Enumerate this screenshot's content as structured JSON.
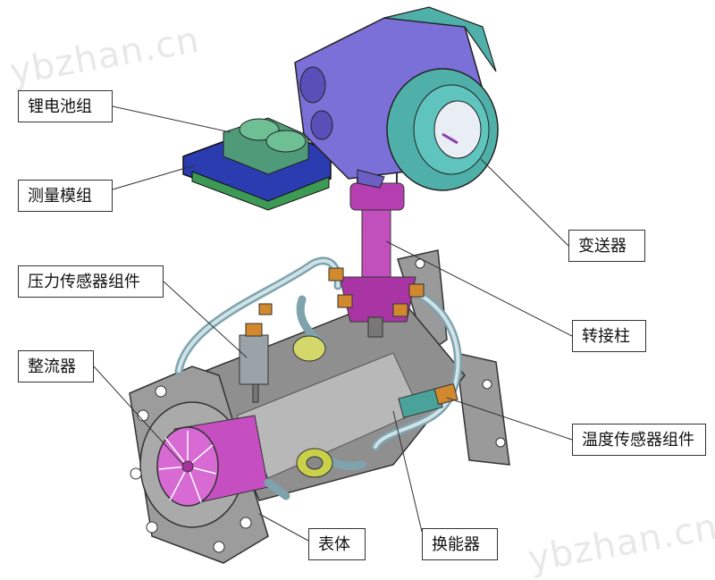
{
  "labels": {
    "battery": "锂电池组",
    "measure_module": "测量模组",
    "pressure_sensor": "压力传感器组件",
    "flow_straightener": "整流器",
    "transmitter": "变送器",
    "adapter_column": "转接柱",
    "temperature_sensor": "温度传感器组件",
    "meter_body": "表体",
    "transducer": "换能器"
  },
  "watermark": "ybzhan.cn",
  "colors": {
    "transmitter_body": "#7b6fd8",
    "transmitter_cover": "#4fb0aa",
    "adapter": "#b53fb0",
    "body_gray": "#8f8f8f",
    "pipe": "#b9cfd6",
    "fitting": "#d2892e",
    "battery": "#4f9a78",
    "module_board": "#2b3bb0",
    "transducer": "#c9d14a"
  }
}
